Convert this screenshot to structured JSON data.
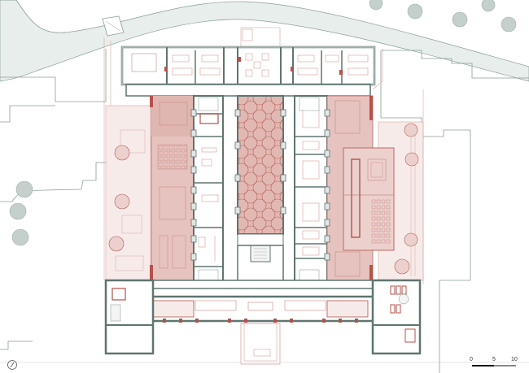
{
  "drawing": {
    "type": "architectural-floor-plan",
    "colors": {
      "background": "#ffffff",
      "river": "#e8eeec",
      "site_line": "#8a9e98",
      "wall_fill": "#dfe6e4",
      "wall_stroke": "#5f7570",
      "highlight_fill": "#e6c3bf",
      "highlight_stroke": "#b86a63",
      "accent_wall": "#b5524a",
      "furniture": "#c98a84",
      "tree_grey": "#9fb0ab",
      "tree_red": "#b05a52"
    }
  },
  "scale_bar": {
    "labels": [
      "0",
      "5",
      "10"
    ]
  },
  "north_arrow": {
    "icon": "compass-icon"
  }
}
